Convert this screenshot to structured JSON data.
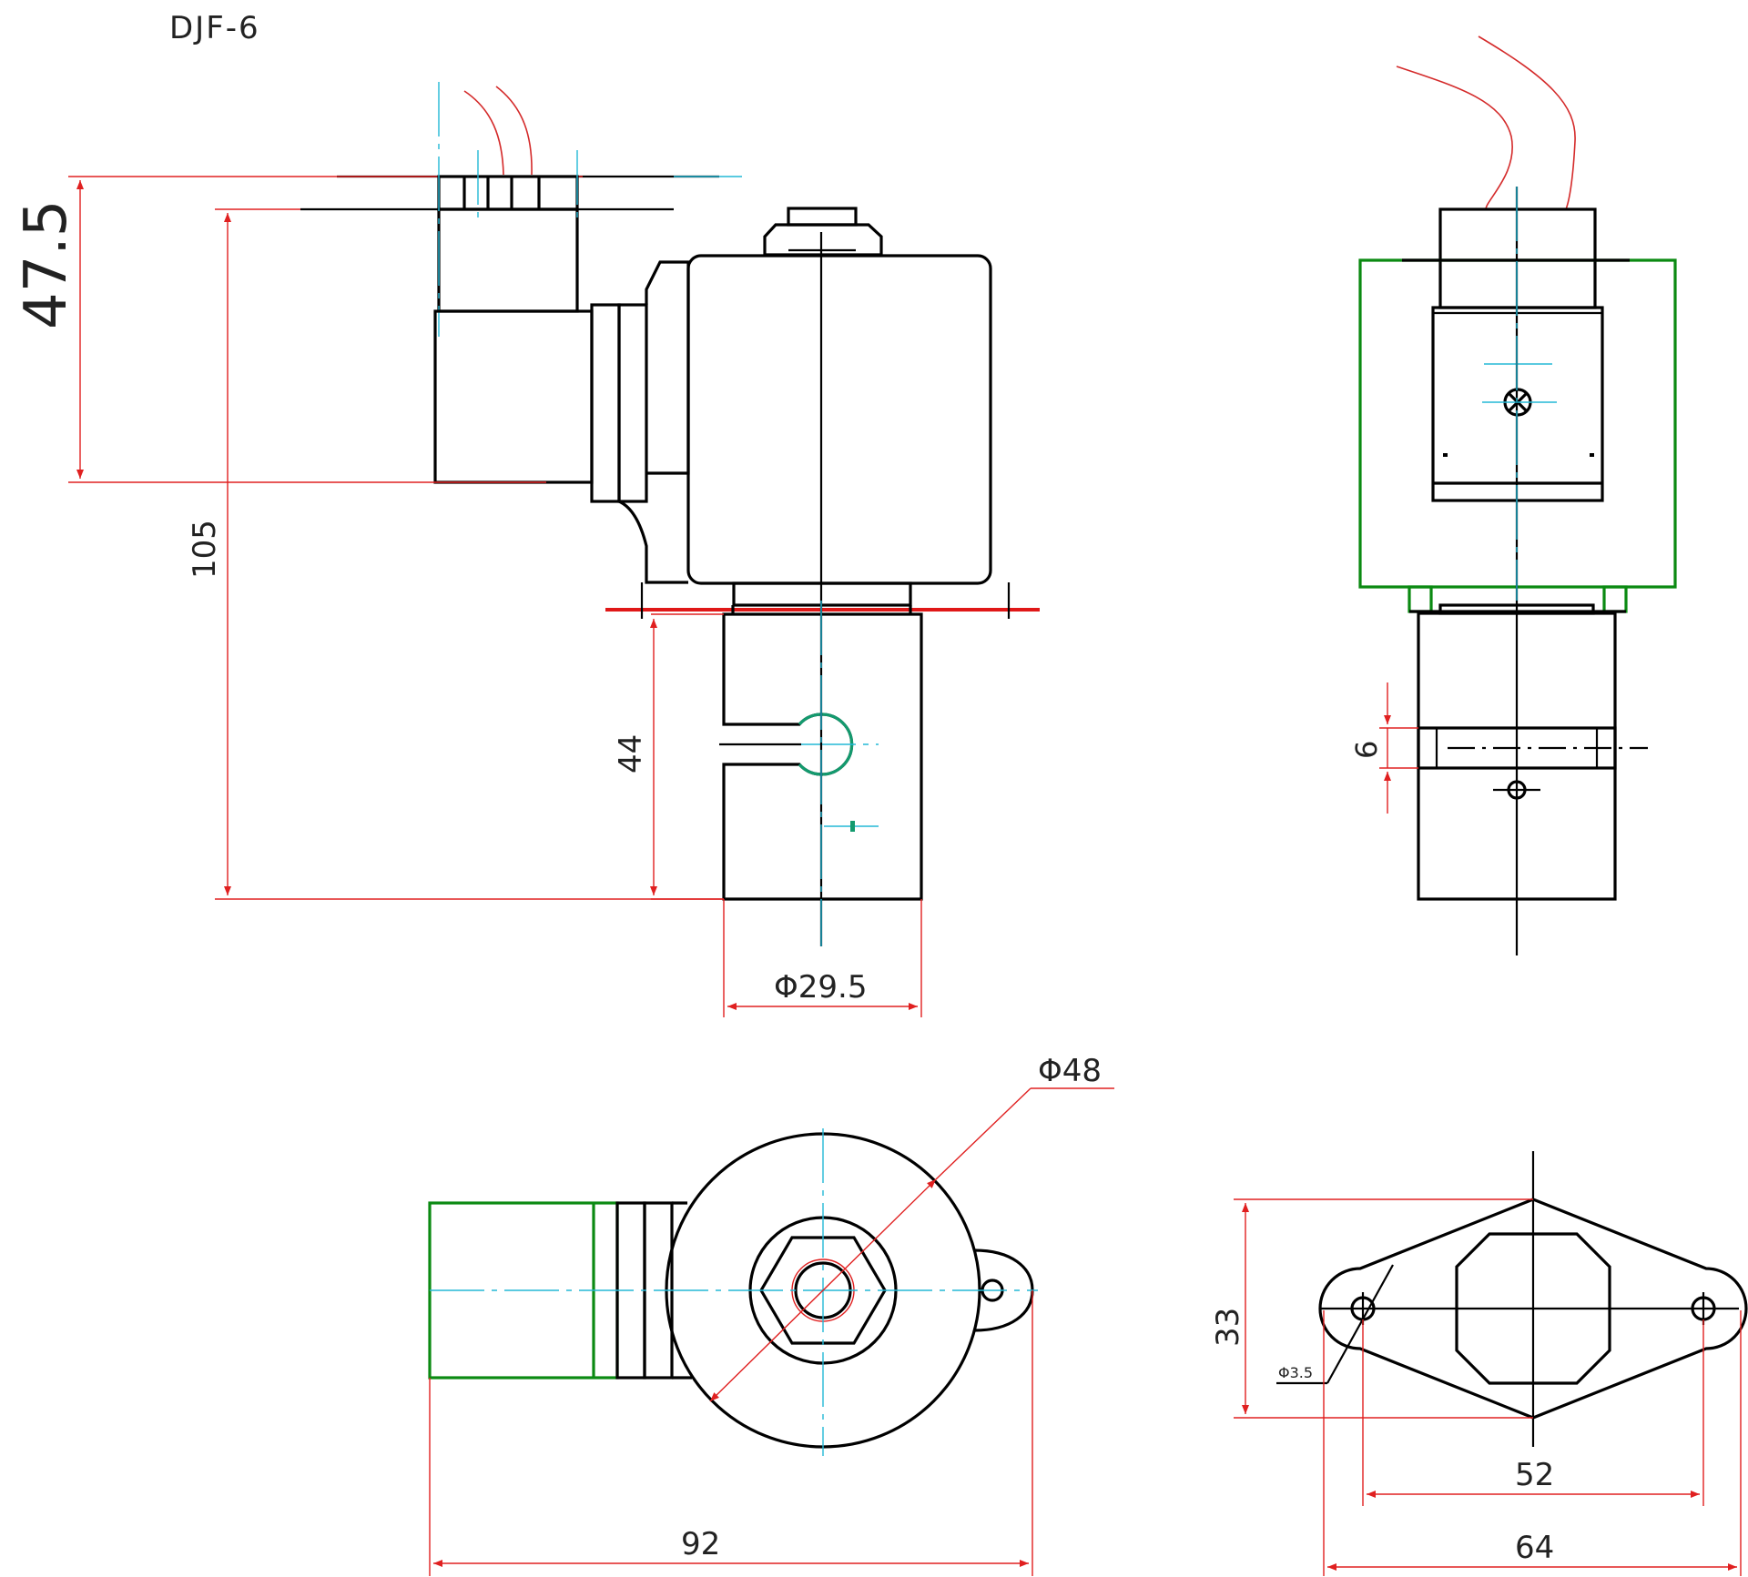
{
  "title": "DJF-6",
  "dimensions": {
    "coil_height": "47.5",
    "total_height": "105",
    "body_height": "44",
    "body_diameter": "Φ29.5",
    "slot_width": "6",
    "coil_diameter": "Φ48",
    "overall_length": "92",
    "flange_height": "33",
    "hole_diameter": "Φ3.5",
    "hole_spacing": "52",
    "flange_length": "64"
  },
  "colors": {
    "outline": "#000000",
    "dimension": "#e02020",
    "centerline": "#23b8d6",
    "connector": "#0b8a12",
    "port": "#139a6e"
  }
}
